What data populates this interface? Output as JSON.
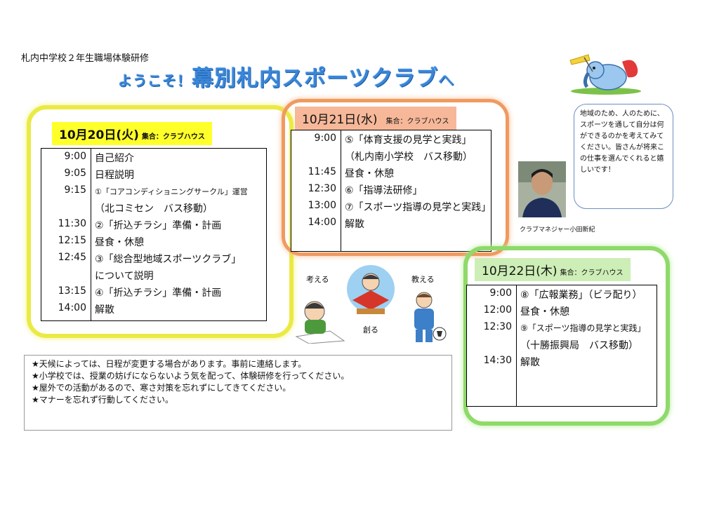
{
  "header": {
    "subtitle": "札内中学校２年生職場体験研修",
    "title_pre": "ようこそ！",
    "title_main": "幕別札内スポーツクラブ",
    "title_post": "へ"
  },
  "days": [
    {
      "date": "10月20日(火)",
      "meeting": "集合：クラブハウス",
      "rows": [
        {
          "time": "9:00",
          "activity": "自己紹介"
        },
        {
          "time": "9:05",
          "activity": "日程説明"
        },
        {
          "time": "9:15",
          "activity": "①「コアコンディショニングサークル」運営"
        },
        {
          "time": "",
          "activity": "（北コミセン　バス移動）"
        },
        {
          "time": "11:30",
          "activity": "②「折込チラシ」準備・計画"
        },
        {
          "time": "12:15",
          "activity": "昼食・休憩"
        },
        {
          "time": "12:45",
          "activity": "③「総合型地域スポーツクラブ」"
        },
        {
          "time": "",
          "activity": "について説明"
        },
        {
          "time": "13:15",
          "activity": "④「折込チラシ」準備・計画"
        },
        {
          "time": "14:00",
          "activity": "解散"
        }
      ]
    },
    {
      "date": "10月21日(水)",
      "meeting": "集合：クラブハウス",
      "rows": [
        {
          "time": "9:00",
          "activity": "⑤「体育支援の見学と実践」"
        },
        {
          "time": "",
          "activity": "（札内南小学校　バス移動）"
        },
        {
          "time": "11:45",
          "activity": "昼食・休憩"
        },
        {
          "time": "12:30",
          "activity": "⑥「指導法研修」"
        },
        {
          "time": "13:00",
          "activity": "⑦「スポーツ指導の見学と実践」"
        },
        {
          "time": "14:00",
          "activity": "解散"
        }
      ]
    },
    {
      "date": "10月22日(木)",
      "meeting": "集合：クラブハウス",
      "rows": [
        {
          "time": "9:00",
          "activity": "⑧「広報業務」（ビラ配り）"
        },
        {
          "time": "12:00",
          "activity": "昼食・休憩"
        },
        {
          "time": "12:30",
          "activity": "⑨「スポーツ指導の見学と実践」"
        },
        {
          "time": "",
          "activity": "（十勝振興局　バス移動）"
        },
        {
          "time": "14:30",
          "activity": "解散"
        }
      ]
    }
  ],
  "illustration": {
    "think": "考える",
    "teach": "教える",
    "create": "創る"
  },
  "manager": {
    "caption": "クラブマネジャー小田新紀",
    "bubble": "地域のため、人のために、スポーツを通して自分は何ができるのかを考えてみてください。皆さんが将来この仕事を選んでくれると嬉しいです！"
  },
  "notes": [
    "★天候によっては、日程が変更する場合があります。事前に連絡します。",
    "★小学校では、授業の妨げにならないよう気を配って、体験研修を行ってください。",
    "★屋外での活動があるので、寒さ対策を忘れずにしてきてください。",
    "★マナーを忘れず行動してください。"
  ]
}
